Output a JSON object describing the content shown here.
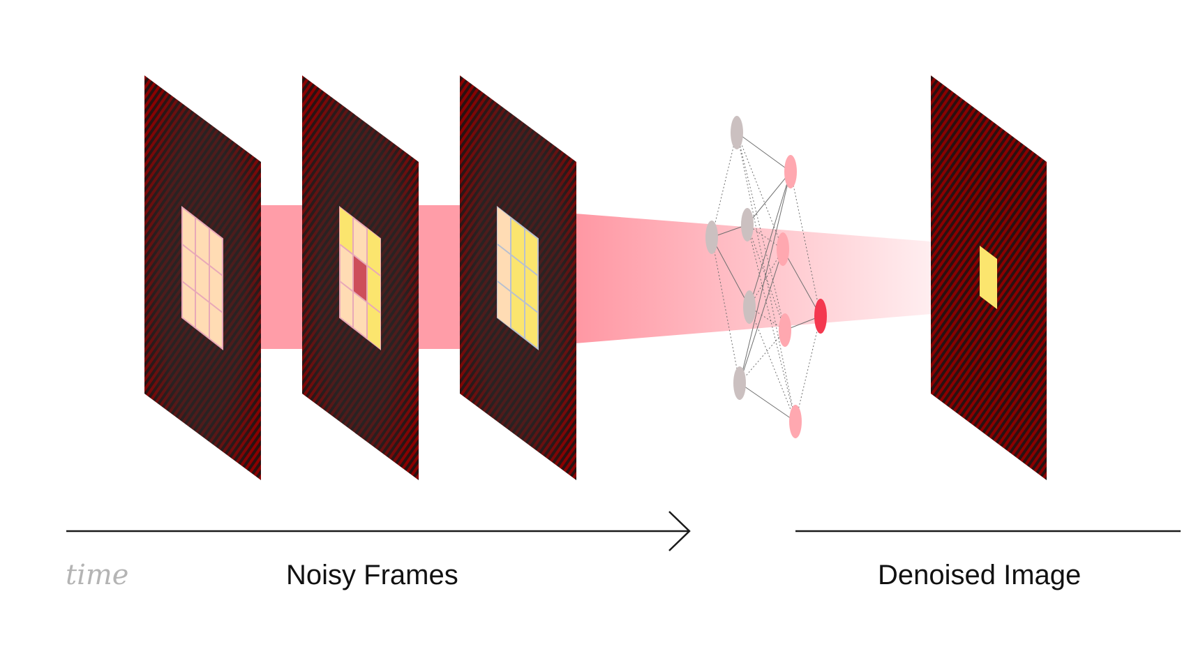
{
  "labels": {
    "time": "time",
    "noisy_frames": "Noisy Frames",
    "denoised_image": "Denoised Image"
  },
  "colors": {
    "frame_fill": "#2b2b2b",
    "frame_pattern": "#8b0000",
    "beam": "#ff8c99",
    "patch_light": "#ffdcb4",
    "patch_yellow": "#fbe56e",
    "patch_red": "#cd4e5a",
    "input_node": "#cbc0c0",
    "hidden_node": "#ffa8b0",
    "output_node": "#f4384f",
    "axis": "#1a1a1a"
  },
  "network": {
    "layers": [
      {
        "name": "input",
        "count": 2
      },
      {
        "name": "hidden-1",
        "count": 3
      },
      {
        "name": "hidden-2",
        "count": 4
      },
      {
        "name": "output",
        "count": 1
      }
    ]
  }
}
